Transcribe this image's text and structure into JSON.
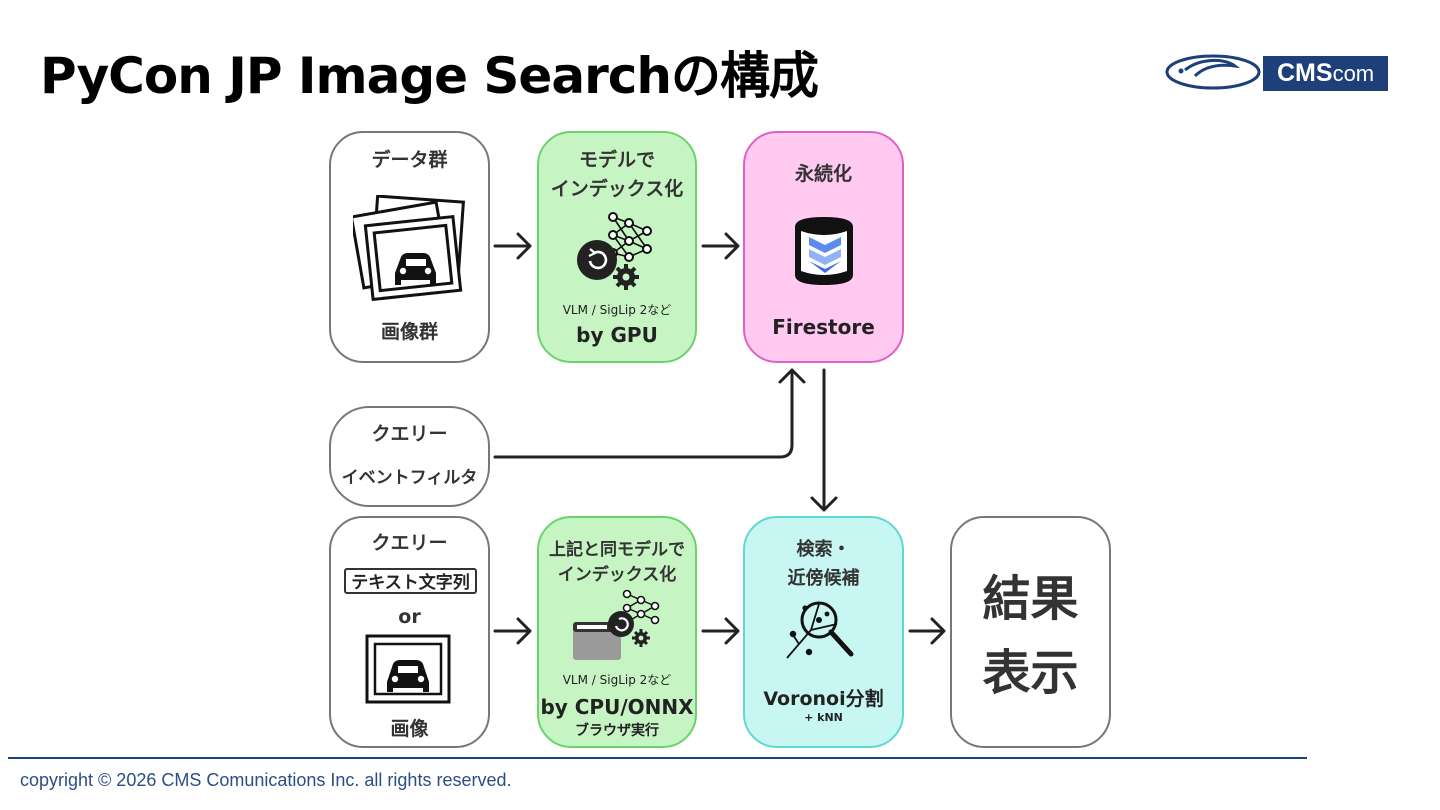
{
  "title": "PyCon JP Image Searchの構成",
  "logo": {
    "bold": "CMS",
    "rest": "com"
  },
  "boxes": {
    "data": {
      "top": "データ群",
      "bottom": "画像群"
    },
    "index": {
      "line1": "モデルで",
      "line2": "インデックス化",
      "model": "VLM / SigLip 2など",
      "hw": "by GPU"
    },
    "persist": {
      "top": "永続化",
      "bottom": "Firestore"
    },
    "query1": {
      "top": "クエリー",
      "bottom": "イベントフィルタ"
    },
    "query2": {
      "top": "クエリー",
      "text": "テキスト文字列",
      "or": "or",
      "bottom": "画像"
    },
    "index2": {
      "line1": "上記と同モデルで",
      "line2": "インデックス化",
      "model": "VLM / SigLip 2など",
      "hw": "by CPU/ONNX",
      "note": "ブラウザ実行"
    },
    "search": {
      "line1": "検索・",
      "line2": "近傍候補",
      "algo": "Voronoi分割",
      "note": "+ kNN"
    },
    "result": {
      "line1": "結果",
      "line2": "表示"
    }
  },
  "footer": "copyright © 2026 CMS Comunications Inc. all rights reserved.",
  "colors": {
    "green": "#c6f4c3",
    "pink": "#ffc9f0",
    "cyan": "#c8f7f3",
    "brand": "#1d3f7a"
  },
  "icons": [
    "photos-car-icon",
    "neural-net-gear-icon",
    "firestore-database-icon",
    "browser-gear-icon",
    "voronoi-search-icon",
    "car-image-icon"
  ]
}
